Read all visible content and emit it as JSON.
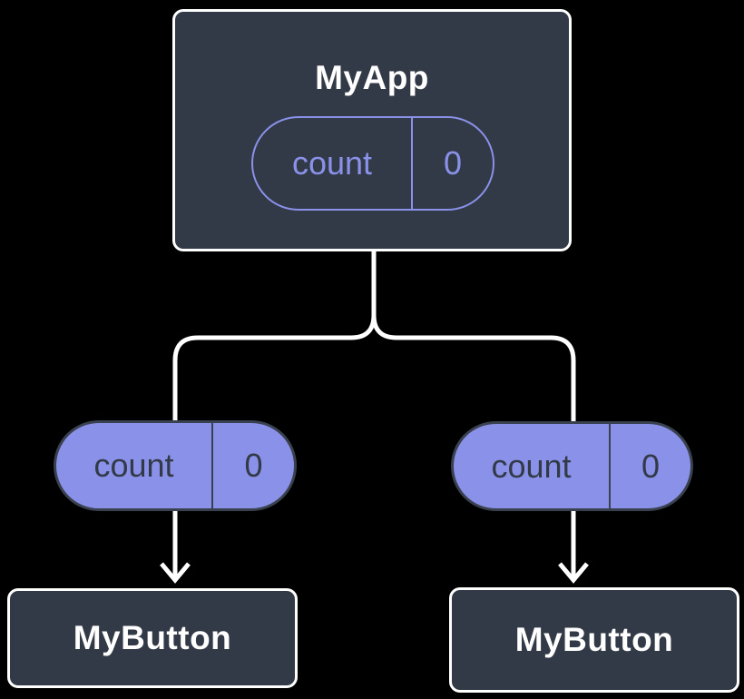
{
  "diagram": {
    "description": "Component tree showing lifted state: MyApp holds count state passed down to two MyButton children",
    "colors": {
      "background": "#000000",
      "node_fill": "#333A47",
      "node_border": "#FFFFFF",
      "accent_purple": "#8A91E8",
      "pill_dark_text": "#333A47",
      "connector_line": "#FFFFFF"
    },
    "root": {
      "label": "MyApp",
      "state": {
        "name": "count",
        "value": "0"
      }
    },
    "left_prop_pill": {
      "name": "count",
      "value": "0"
    },
    "right_prop_pill": {
      "name": "count",
      "value": "0"
    },
    "left_child": {
      "label": "MyButton"
    },
    "right_child": {
      "label": "MyButton"
    }
  }
}
